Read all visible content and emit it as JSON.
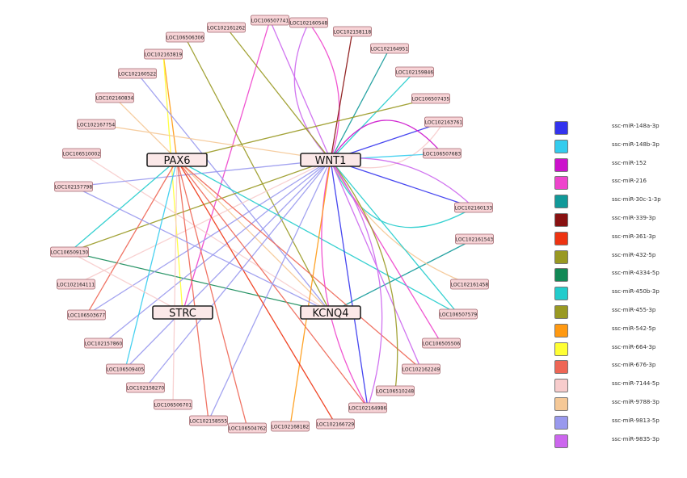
{
  "hubs": [
    {
      "id": "PAX6",
      "label": "PAX6"
    },
    {
      "id": "WNT1",
      "label": "WNT1"
    },
    {
      "id": "STRC",
      "label": "STRC"
    },
    {
      "id": "KCNQ4",
      "label": "KCNQ4"
    }
  ],
  "loci": [
    {
      "id": "LOC106507741",
      "label": "LOC106507741"
    },
    {
      "id": "LOC102160548",
      "label": "LOC102160548"
    },
    {
      "id": "LOC102161262",
      "label": "LOC102161262"
    },
    {
      "id": "LOC102158118",
      "label": "LOC102158118"
    },
    {
      "id": "LOC106506306",
      "label": "LOC106506306"
    },
    {
      "id": "LOC102164951",
      "label": "LOC102164951"
    },
    {
      "id": "LOC102163819",
      "label": "LOC102163819"
    },
    {
      "id": "LOC102159846",
      "label": "LOC102159846"
    },
    {
      "id": "LOC102160522",
      "label": "LOC102160522"
    },
    {
      "id": "LOC106507435",
      "label": "LOC106507435"
    },
    {
      "id": "LOC102160834",
      "label": "LOC102160834"
    },
    {
      "id": "LOC102163761",
      "label": "LOC102163761"
    },
    {
      "id": "LOC102167754",
      "label": "LOC102167754"
    },
    {
      "id": "LOC106507683",
      "label": "LOC106507683"
    },
    {
      "id": "LOC106510002",
      "label": "LOC106510002"
    },
    {
      "id": "LOC102157798",
      "label": "LOC102157798"
    },
    {
      "id": "LOC102160133",
      "label": "LOC102160133"
    },
    {
      "id": "LOC102161543",
      "label": "LOC102161543"
    },
    {
      "id": "LOC106509130",
      "label": "LOC106509130"
    },
    {
      "id": "LOC102161458",
      "label": "LOC102161458"
    },
    {
      "id": "LOC102164111",
      "label": "LOC102164111"
    },
    {
      "id": "LOC106503677",
      "label": "LOC106503677"
    },
    {
      "id": "LOC106507579",
      "label": "LOC106507579"
    },
    {
      "id": "LOC102157860",
      "label": "LOC102157860"
    },
    {
      "id": "LOC106505506",
      "label": "LOC106505506"
    },
    {
      "id": "LOC106509405",
      "label": "LOC106509405"
    },
    {
      "id": "LOC102162249",
      "label": "LOC102162249"
    },
    {
      "id": "LOC102158270",
      "label": "LOC102158270"
    },
    {
      "id": "LOC106510248",
      "label": "LOC106510248"
    },
    {
      "id": "LOC106506701",
      "label": "LOC106506701"
    },
    {
      "id": "LOC102164986",
      "label": "LOC102164986"
    },
    {
      "id": "LOC102158555",
      "label": "LOC102158555"
    },
    {
      "id": "LOC106504762",
      "label": "LOC106504762"
    },
    {
      "id": "LOC102168182",
      "label": "LOC102168182"
    },
    {
      "id": "LOC102166729",
      "label": "LOC102166729"
    }
  ],
  "legend": [
    {
      "name": "ssc-miR-148a-3p",
      "color": "#3333ee"
    },
    {
      "name": "ssc-miR-148b-3p",
      "color": "#33ccee"
    },
    {
      "name": "ssc-miR-152",
      "color": "#cc11cc"
    },
    {
      "name": "ssc-miR-216",
      "color": "#ee44cc"
    },
    {
      "name": "ssc-miR-30c-1-3p",
      "color": "#119999"
    },
    {
      "name": "ssc-miR-339-3p",
      "color": "#881111"
    },
    {
      "name": "ssc-miR-361-3p",
      "color": "#ee3311"
    },
    {
      "name": "ssc-miR-432-5p",
      "color": "#999922"
    },
    {
      "name": "ssc-miR-4334-5p",
      "color": "#118855"
    },
    {
      "name": "ssc-miR-450b-3p",
      "color": "#22cccc"
    },
    {
      "name": "ssc-miR-455-3p",
      "color": "#999922"
    },
    {
      "name": "ssc-miR-542-5p",
      "color": "#ff9911"
    },
    {
      "name": "ssc-miR-664-3p",
      "color": "#ffff33"
    },
    {
      "name": "ssc-miR-676-3p",
      "color": "#ee6655"
    },
    {
      "name": "ssc-miR-7144-5p",
      "color": "#f7cccc"
    },
    {
      "name": "ssc-miR-9788-3p",
      "color": "#f5c896"
    },
    {
      "name": "ssc-miR-9813-5p",
      "color": "#9999ee"
    },
    {
      "name": "ssc-miR-9835-3p",
      "color": "#cc66ee"
    }
  ],
  "edges": [
    {
      "from": "LOC106507741",
      "to": "STRC",
      "color": 3
    },
    {
      "from": "LOC106507741",
      "to": "WNT1",
      "color": 17
    },
    {
      "from": "LOC102160548",
      "to": "WNT1",
      "color": 17,
      "curve": 40
    },
    {
      "from": "LOC102160548",
      "to": "WNT1",
      "color": 3,
      "curve": -30
    },
    {
      "from": "LOC102161262",
      "to": "WNT1",
      "color": 7
    },
    {
      "from": "LOC102158118",
      "to": "WNT1",
      "color": 5
    },
    {
      "from": "LOC106506306",
      "to": "KCNQ4",
      "color": 7
    },
    {
      "from": "LOC102164951",
      "to": "WNT1",
      "color": 4
    },
    {
      "from": "LOC102163819",
      "to": "PAX6",
      "color": 11
    },
    {
      "from": "LOC102163819",
      "to": "STRC",
      "color": 12
    },
    {
      "from": "LOC102159846",
      "to": "WNT1",
      "color": 9
    },
    {
      "from": "LOC102160522",
      "to": "KCNQ4",
      "color": 16
    },
    {
      "from": "LOC106507435",
      "to": "PAX6",
      "color": 10
    },
    {
      "from": "LOC102160834",
      "to": "KCNQ4",
      "color": 15
    },
    {
      "from": "LOC102163761",
      "to": "WNT1",
      "color": 0
    },
    {
      "from": "LOC102163761",
      "to": "WNT1",
      "color": 14,
      "curve": -40
    },
    {
      "from": "LOC102167754",
      "to": "WNT1",
      "color": 15
    },
    {
      "from": "LOC106507683",
      "to": "WNT1",
      "color": 1
    },
    {
      "from": "LOC106507683",
      "to": "WNT1",
      "color": 2,
      "curve": 60
    },
    {
      "from": "LOC106510002",
      "to": "KCNQ4",
      "color": 14
    },
    {
      "from": "LOC102157798",
      "to": "WNT1",
      "color": 16
    },
    {
      "from": "LOC102160133",
      "to": "WNT1",
      "color": 0
    },
    {
      "from": "LOC102160133",
      "to": "WNT1",
      "color": 17,
      "curve": 30
    },
    {
      "from": "LOC102160133",
      "to": "WNT1",
      "color": 9,
      "curve": -70
    },
    {
      "from": "LOC102161543",
      "to": "KCNQ4",
      "color": 4
    },
    {
      "from": "LOC106509130",
      "to": "WNT1",
      "color": 10
    },
    {
      "from": "LOC106509130",
      "to": "KCNQ4",
      "color": 8
    },
    {
      "from": "LOC106509130",
      "to": "PAX6",
      "color": 9
    },
    {
      "from": "LOC102161458",
      "to": "WNT1",
      "color": 15,
      "curve": -30
    },
    {
      "from": "LOC102164111",
      "to": "WNT1",
      "color": 14
    },
    {
      "from": "LOC106503677",
      "to": "PAX6",
      "color": 13
    },
    {
      "from": "LOC106503677",
      "to": "WNT1",
      "color": 16
    },
    {
      "from": "LOC106507579",
      "to": "WNT1",
      "color": 9
    },
    {
      "from": "LOC106507579",
      "to": "PAX6",
      "color": 9
    },
    {
      "from": "LOC102157860",
      "to": "WNT1",
      "color": 16
    },
    {
      "from": "LOC106505506",
      "to": "WNT1",
      "color": 3
    },
    {
      "from": "LOC106509405",
      "to": "PAX6",
      "color": 1
    },
    {
      "from": "LOC106509405",
      "to": "WNT1",
      "color": 16
    },
    {
      "from": "LOC102162249",
      "to": "PAX6",
      "color": 13
    },
    {
      "from": "LOC102162249",
      "to": "WNT1",
      "color": 17
    },
    {
      "from": "LOC102158270",
      "to": "WNT1",
      "color": 16
    },
    {
      "from": "LOC106510248",
      "to": "WNT1",
      "color": 10,
      "curve": 40
    },
    {
      "from": "LOC106506701",
      "to": "PAX6",
      "color": 14
    },
    {
      "from": "LOC102164986",
      "to": "PAX6",
      "color": 13
    },
    {
      "from": "LOC102164986",
      "to": "WNT1",
      "color": 0
    },
    {
      "from": "LOC102164986",
      "to": "WNT1",
      "color": 3,
      "curve": -40
    },
    {
      "from": "LOC102164986",
      "to": "WNT1",
      "color": 17,
      "curve": 50
    },
    {
      "from": "LOC102158555",
      "to": "PAX6",
      "color": 13
    },
    {
      "from": "LOC102158555",
      "to": "WNT1",
      "color": 16
    },
    {
      "from": "LOC106504762",
      "to": "PAX6",
      "color": 13
    },
    {
      "from": "LOC102168182",
      "to": "WNT1",
      "color": 11
    },
    {
      "from": "LOC102166729",
      "to": "PAX6",
      "color": 6
    },
    {
      "from": "LOC102157798",
      "to": "KCNQ4",
      "color": 16
    },
    {
      "from": "LOC106509130",
      "to": "STRC",
      "color": 14
    }
  ]
}
